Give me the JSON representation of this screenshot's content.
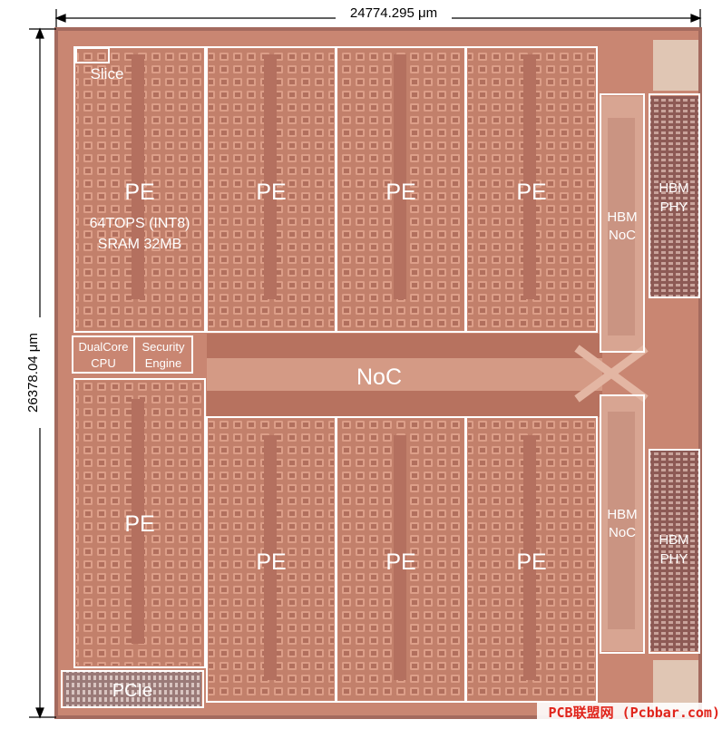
{
  "dimensions": {
    "width_label": "24774.295 μm",
    "height_label": "26378.04 μm"
  },
  "blocks": {
    "slice": "Slice",
    "pe_main": "PE",
    "pe_specs": [
      "64TOPS (INT8)",
      "SRAM 32MB"
    ],
    "pe": "PE",
    "cpu": [
      "DualCore",
      "CPU"
    ],
    "security": [
      "Security",
      "Engine"
    ],
    "noc": "NoC",
    "hbm_noc": [
      "HBM",
      "NoC"
    ],
    "hbm_phy": [
      "HBM",
      "PHY"
    ],
    "pcie": "PCIe"
  },
  "watermark": "PCB联盟网 (Pcbbar.com)",
  "colors": {
    "die": "#c98672",
    "die_dark": "#a9604f",
    "outline": "#ffffff"
  }
}
